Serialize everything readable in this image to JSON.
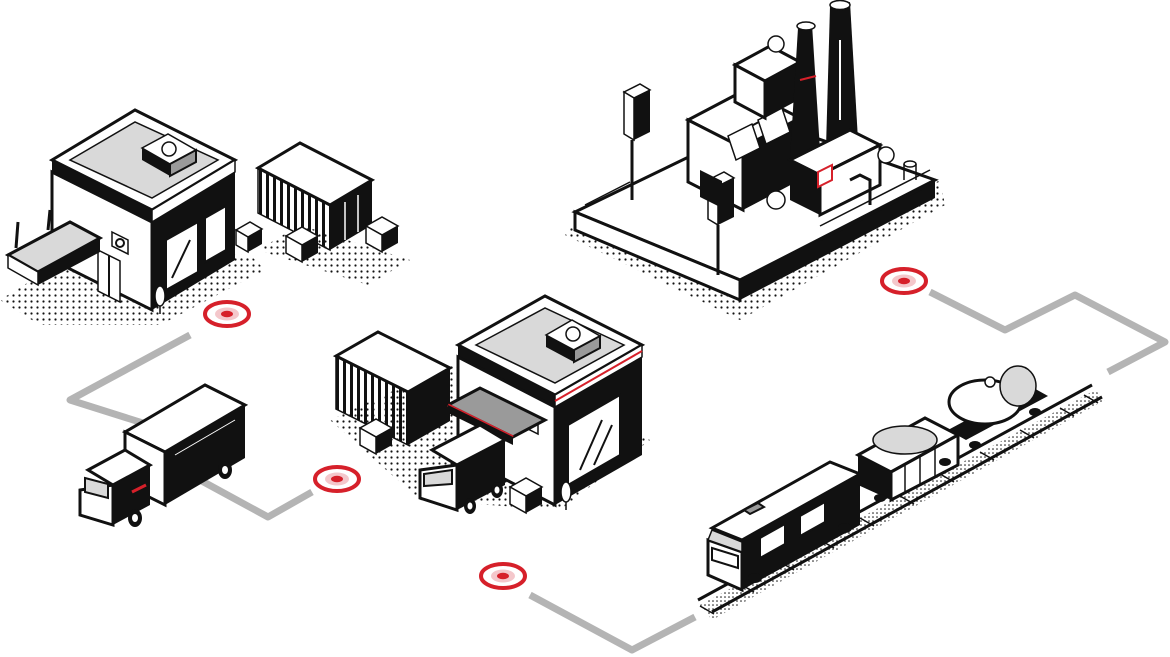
{
  "palette": {
    "ink": "#111111",
    "paper": "#ffffff",
    "roof_gray": "#d9d9d9",
    "shade_gray": "#9a9a9a",
    "route_gray": "#b4b4b4",
    "accent_red": "#d6202a",
    "marker_pink": "#f4c7cb"
  },
  "scene": {
    "objects": [
      "warehouse-store-building",
      "shipping-container",
      "delivery-truck",
      "distribution-warehouse",
      "delivery-van",
      "factory-plant",
      "freight-train"
    ],
    "location_markers": 4,
    "route_lines": 4,
    "marker_icon": "location-pin-icon"
  }
}
